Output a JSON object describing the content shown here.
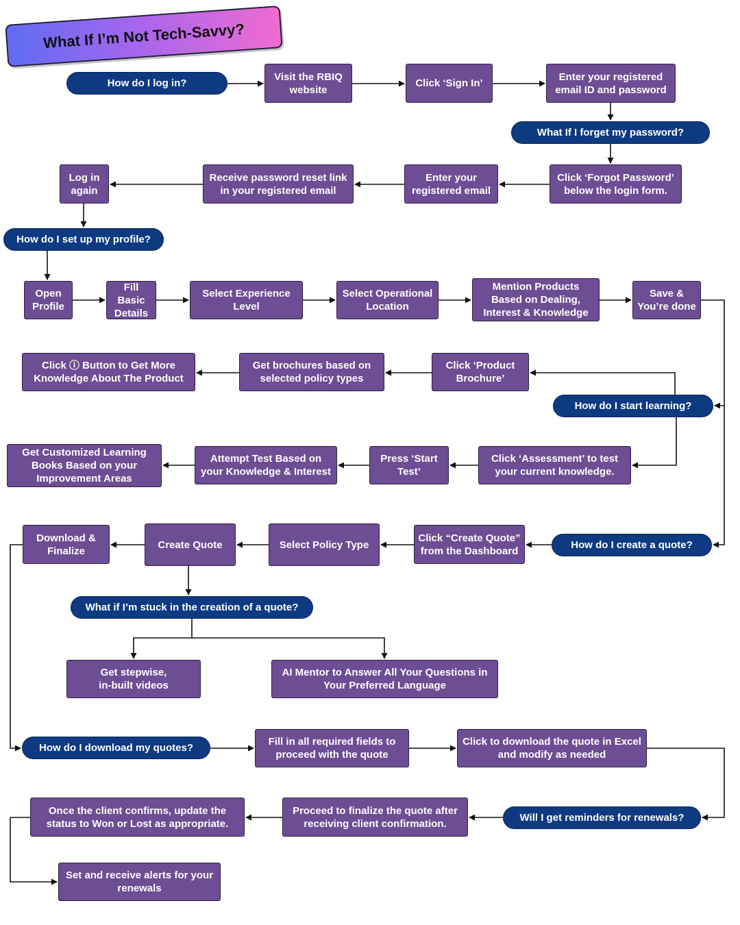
{
  "title": "What If I’m Not Tech-Savvy?",
  "colors": {
    "action_box": "#6d4d93",
    "question_pill": "#0e3a82",
    "connector": "#111111",
    "text": "#ffffff"
  },
  "nodes": [
    {
      "id": "q-login",
      "kind": "question",
      "label": "How do I log in?"
    },
    {
      "id": "visit-rbiq",
      "kind": "step",
      "label": "Visit the RBIQ\nwebsite"
    },
    {
      "id": "click-sign-in",
      "kind": "step",
      "label": "Click ‘Sign In’"
    },
    {
      "id": "enter-credentials",
      "kind": "step",
      "label": "Enter your registered\nemail ID and password"
    },
    {
      "id": "q-forgot-password",
      "kind": "question",
      "label": "What If I forget my password?"
    },
    {
      "id": "click-forgot-password",
      "kind": "step",
      "label": "Click ‘Forgot Password’\nbelow the login form."
    },
    {
      "id": "enter-email",
      "kind": "step",
      "label": "Enter your\nregistered email"
    },
    {
      "id": "receive-reset-link",
      "kind": "step",
      "label": "Receive password reset link\nin your registered email"
    },
    {
      "id": "log-in-again",
      "kind": "step",
      "label": "Log in\nagain"
    },
    {
      "id": "q-setup-profile",
      "kind": "question",
      "label": "How do I set up my profile?"
    },
    {
      "id": "open-profile",
      "kind": "step",
      "label": "Open\nProfile"
    },
    {
      "id": "fill-basic-details",
      "kind": "step",
      "label": "Fill Basic\nDetails"
    },
    {
      "id": "select-experience",
      "kind": "step",
      "label": "Select Experience\nLevel"
    },
    {
      "id": "select-location",
      "kind": "step",
      "label": "Select Operational\nLocation"
    },
    {
      "id": "mention-products",
      "kind": "step",
      "label": "Mention Products\nBased on Dealing,\nInterest & Knowledge"
    },
    {
      "id": "save-done",
      "kind": "step",
      "label": "Save &\nYou’re done"
    },
    {
      "id": "click-info-button",
      "kind": "step",
      "label": "Click ⓘ Button to Get More\nKnowledge About The Product"
    },
    {
      "id": "get-brochures",
      "kind": "step",
      "label": "Get brochures based on\nselected policy types"
    },
    {
      "id": "click-product-brochure",
      "kind": "step",
      "label": "Click ‘Product\nBrochure’"
    },
    {
      "id": "q-start-learning",
      "kind": "question",
      "label": "How do I start learning?"
    },
    {
      "id": "learning-books",
      "kind": "step",
      "label": "Get Customized Learning\nBooks Based on your\nImprovement Areas"
    },
    {
      "id": "attempt-test",
      "kind": "step",
      "label": "Attempt Test Based on\nyour Knowledge & Interest"
    },
    {
      "id": "press-start-test",
      "kind": "step",
      "label": "Press ‘Start\nTest’"
    },
    {
      "id": "click-assessment",
      "kind": "step",
      "label": "Click ‘Assessment’ to test\nyour current knowledge."
    },
    {
      "id": "download-finalize",
      "kind": "step",
      "label": "Download &\nFinalize"
    },
    {
      "id": "create-quote",
      "kind": "step",
      "label": "Create Quote"
    },
    {
      "id": "select-policy-type",
      "kind": "step",
      "label": "Select Policy Type"
    },
    {
      "id": "click-create-quote",
      "kind": "step",
      "label": "Click “Create Quote”\nfrom the Dashboard"
    },
    {
      "id": "q-create-quote",
      "kind": "question",
      "label": "How do I create a quote?"
    },
    {
      "id": "q-stuck-quote",
      "kind": "question",
      "label": "What if I’m stuck in the creation of a quote?"
    },
    {
      "id": "stepwise-videos",
      "kind": "step",
      "label": "Get stepwise,\nin-built videos"
    },
    {
      "id": "ai-mentor",
      "kind": "step",
      "label": "AI Mentor to Answer All Your Questions in\nYour Preferred Language"
    },
    {
      "id": "q-download-quotes",
      "kind": "question",
      "label": "How do I download my quotes?"
    },
    {
      "id": "fill-required-fields",
      "kind": "step",
      "label": "Fill in all required fields to\nproceed with the quote"
    },
    {
      "id": "download-excel",
      "kind": "step",
      "label": "Click to download the quote in Excel\nand modify as needed"
    },
    {
      "id": "q-reminders",
      "kind": "question",
      "label": "Will I get reminders for renewals?"
    },
    {
      "id": "finalize-after-confirmation",
      "kind": "step",
      "label": "Proceed to finalize the quote after\nreceiving client confirmation."
    },
    {
      "id": "update-status",
      "kind": "step",
      "label": "Once the client confirms, update the\nstatus to Won or Lost as appropriate."
    },
    {
      "id": "renewal-alerts",
      "kind": "step",
      "label": "Set and receive alerts for your\nrenewals"
    }
  ],
  "edges": [
    {
      "from": "q-login",
      "to": "visit-rbiq"
    },
    {
      "from": "visit-rbiq",
      "to": "click-sign-in"
    },
    {
      "from": "click-sign-in",
      "to": "enter-credentials"
    },
    {
      "from": "enter-credentials",
      "to": "q-forgot-password"
    },
    {
      "from": "q-forgot-password",
      "to": "click-forgot-password"
    },
    {
      "from": "click-forgot-password",
      "to": "enter-email"
    },
    {
      "from": "enter-email",
      "to": "receive-reset-link"
    },
    {
      "from": "receive-reset-link",
      "to": "log-in-again"
    },
    {
      "from": "log-in-again",
      "to": "q-setup-profile"
    },
    {
      "from": "q-setup-profile",
      "to": "open-profile"
    },
    {
      "from": "open-profile",
      "to": "fill-basic-details"
    },
    {
      "from": "fill-basic-details",
      "to": "select-experience"
    },
    {
      "from": "select-experience",
      "to": "select-location"
    },
    {
      "from": "select-location",
      "to": "mention-products"
    },
    {
      "from": "mention-products",
      "to": "save-done"
    },
    {
      "from": "save-done",
      "to": "q-start-learning"
    },
    {
      "from": "save-done",
      "to": "q-create-quote"
    },
    {
      "from": "q-start-learning",
      "to": "click-product-brochure"
    },
    {
      "from": "click-product-brochure",
      "to": "get-brochures"
    },
    {
      "from": "get-brochures",
      "to": "click-info-button"
    },
    {
      "from": "q-start-learning",
      "to": "click-assessment"
    },
    {
      "from": "click-assessment",
      "to": "press-start-test"
    },
    {
      "from": "press-start-test",
      "to": "attempt-test"
    },
    {
      "from": "attempt-test",
      "to": "learning-books"
    },
    {
      "from": "q-create-quote",
      "to": "click-create-quote"
    },
    {
      "from": "click-create-quote",
      "to": "select-policy-type"
    },
    {
      "from": "select-policy-type",
      "to": "create-quote"
    },
    {
      "from": "create-quote",
      "to": "download-finalize"
    },
    {
      "from": "create-quote",
      "to": "q-stuck-quote"
    },
    {
      "from": "q-stuck-quote",
      "to": "stepwise-videos"
    },
    {
      "from": "q-stuck-quote",
      "to": "ai-mentor"
    },
    {
      "from": "download-finalize",
      "to": "q-download-quotes"
    },
    {
      "from": "q-download-quotes",
      "to": "fill-required-fields"
    },
    {
      "from": "fill-required-fields",
      "to": "download-excel"
    },
    {
      "from": "download-excel",
      "to": "q-reminders"
    },
    {
      "from": "q-reminders",
      "to": "finalize-after-confirmation"
    },
    {
      "from": "finalize-after-confirmation",
      "to": "update-status"
    },
    {
      "from": "update-status",
      "to": "renewal-alerts"
    }
  ]
}
